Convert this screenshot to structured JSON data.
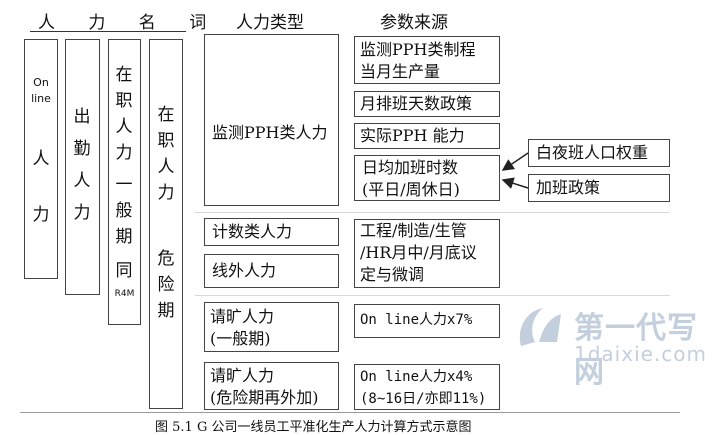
{
  "headers": {
    "name": "人 力 名 词",
    "type": "人力类型",
    "source": "参数来源"
  },
  "name_columns": {
    "online_line1": "On",
    "online_line2": "line",
    "online_chars": [
      "人",
      "力"
    ],
    "chuqin_chars": [
      "出",
      "勤",
      "人",
      "力"
    ],
    "zaizhi_normal_chars": [
      "在",
      "职",
      "人",
      "力",
      "一",
      "般",
      "期",
      "同"
    ],
    "zaizhi_normal_suffix": "R4M",
    "zaizhi_danger_chars": [
      "在",
      "职",
      "人",
      "力",
      "危",
      "险",
      "期"
    ]
  },
  "types": {
    "pph": "监测PPH类人力",
    "count": "计数类人力",
    "offline": "线外人力",
    "leave_normal": "请旷人力\n(一般期)",
    "leave_danger": "请旷人力\n(危险期再外加)"
  },
  "sources": {
    "pph_output": "监测PPH类制程\n当月生产量",
    "schedule": "月排班天数政策",
    "actual_pph": "实际PPH 能力",
    "overtime": "日均加班时数\n(平日/周休日)",
    "count_offline": "工程/制造/生管\n/HR月中/月底议\n定与微调",
    "leave_normal": "On line人力x7%",
    "leave_danger": "On line人力x4%\n(8~16日/亦即11%)"
  },
  "factors": {
    "weight": "白夜班人口权重",
    "policy": "加班政策"
  },
  "caption": "图 5.1    G 公司一线员工平准化生产人力计算方式示意图",
  "watermark": {
    "line1": "第一代写网",
    "line2": "1daixie.com"
  }
}
